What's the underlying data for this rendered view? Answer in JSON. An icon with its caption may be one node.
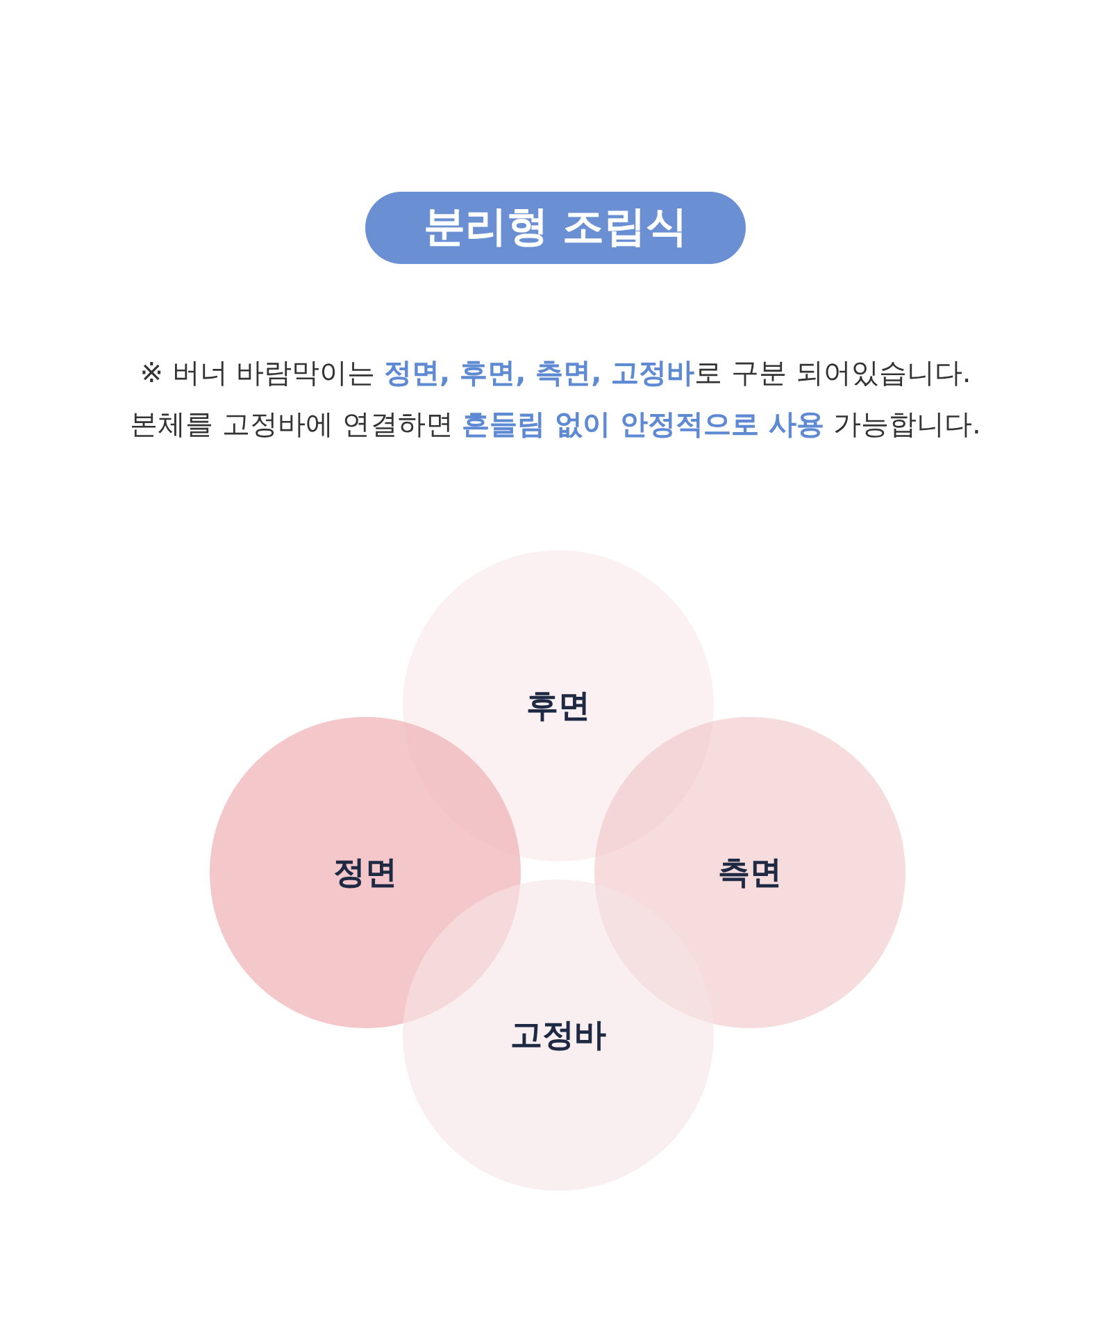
{
  "diagram": {
    "title": "분리형 조립식",
    "nodes": [
      {
        "text": [
          "후면"
        ]
      },
      {
        "text": [
          "정면"
        ]
      },
      {
        "text": [
          "측면"
        ]
      },
      {
        "text": [
          "고정바"
        ]
      }
    ],
    "labels": [
      "※ 버너 바람막이는 **정면, 후면, 측면, 고정바**로 구분 되어있습니다. 본체를 고정바에 연결하면 **흔들림 없이 안정적으로 사용** 가능합니다."
    ]
  }
}
